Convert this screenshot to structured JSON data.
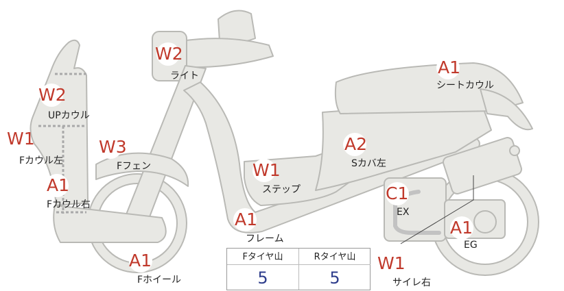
{
  "parts": [
    {
      "id": "light",
      "name": "ライト",
      "grade": "W2"
    },
    {
      "id": "up-cowl",
      "name": "UPカウル",
      "grade": "W2"
    },
    {
      "id": "f-cowl-left",
      "name": "Fカウル左",
      "grade": "W1"
    },
    {
      "id": "f-fender",
      "name": "Fフェン",
      "grade": "W3"
    },
    {
      "id": "f-cowl-right",
      "name": "Fカウル右",
      "grade": "A1"
    },
    {
      "id": "seat-cowl",
      "name": "シートカウル",
      "grade": "A1"
    },
    {
      "id": "s-cover-left",
      "name": "Sカバ左",
      "grade": "A2"
    },
    {
      "id": "step",
      "name": "ステップ",
      "grade": "W1"
    },
    {
      "id": "frame",
      "name": "フレーム",
      "grade": "A1"
    },
    {
      "id": "ex",
      "name": "EX",
      "grade": "C1"
    },
    {
      "id": "eg",
      "name": "EG",
      "grade": "A1"
    },
    {
      "id": "f-wheel",
      "name": "Fホイール",
      "grade": "A1"
    },
    {
      "id": "muffler-right",
      "name": "サイレ右",
      "grade": "W1"
    }
  ],
  "tread": {
    "front_label": "Fタイヤ山",
    "rear_label": "Rタイヤ山",
    "front_value": "5",
    "rear_value": "5"
  },
  "colors": {
    "body_fill": "#e8e8e4",
    "body_stroke": "#b9b9b5",
    "grade_text": "#c0392b",
    "tread_value": "#2f3e8c"
  }
}
